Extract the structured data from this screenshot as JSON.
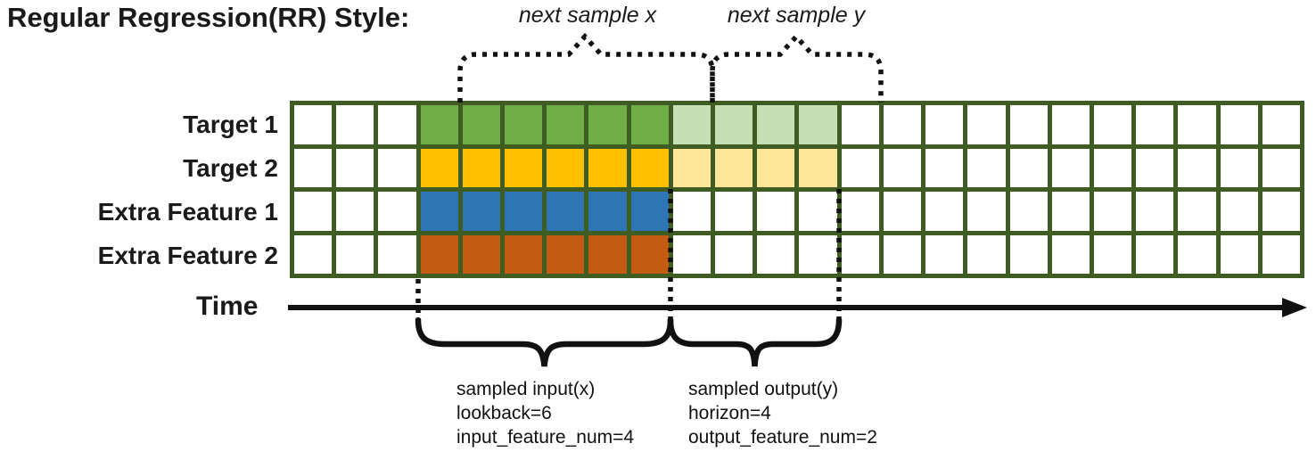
{
  "title": "Regular Regression(RR) Style:",
  "top_braces": {
    "next_sample_x_label": "next sample x",
    "next_sample_y_label": "next sample y"
  },
  "grid": {
    "n_cols": 24,
    "lookback_start_col": 3,
    "lookback": 6,
    "horizon": 4,
    "border_color": "#3F5C23",
    "cell_color": "#FFFFFF",
    "rows": [
      {
        "label": "Target 1",
        "input_color": "#6FAD47",
        "output_color": "#C5E0B4",
        "has_output": true
      },
      {
        "label": "Target 2",
        "input_color": "#FFC000",
        "output_color": "#FFE699",
        "has_output": true
      },
      {
        "label": "Extra Feature 1",
        "input_color": "#2E75B6",
        "output_color": null,
        "has_output": false
      },
      {
        "label": "Extra Feature 2",
        "input_color": "#C55A11",
        "output_color": null,
        "has_output": false
      }
    ]
  },
  "time_axis": {
    "label": "Time"
  },
  "annotations": {
    "input": {
      "line1": "sampled input(x)",
      "line2": "lookback=6",
      "line3": "input_feature_num=4"
    },
    "output": {
      "line1": "sampled output(y)",
      "line2": "horizon=4",
      "line3": "output_feature_num=2"
    }
  },
  "colors": {
    "ink": "#111111",
    "text": "#1a1a1a"
  }
}
